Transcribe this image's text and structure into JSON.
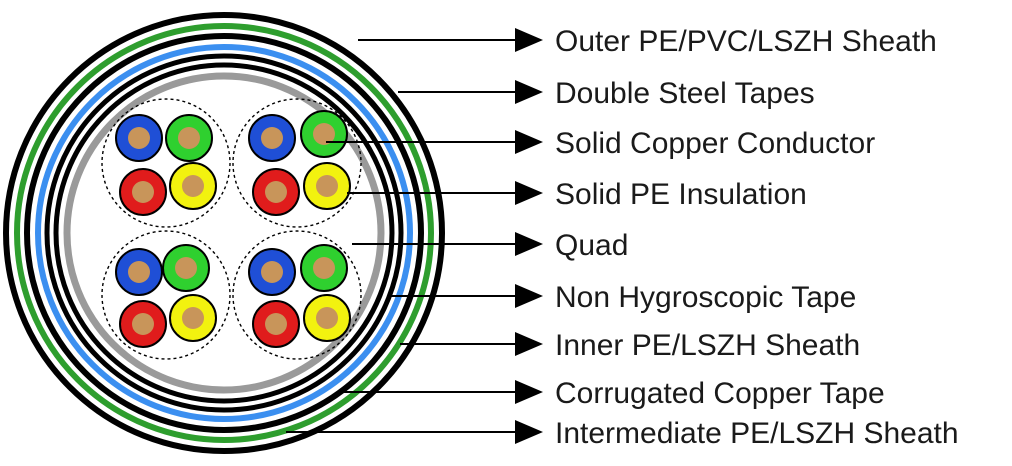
{
  "labels": [
    "Outer PE/PVC/LSZH Sheath",
    "Double Steel Tapes",
    "Solid Copper Conductor",
    "Solid PE Insulation",
    "Quad",
    "Non Hygroscopic Tape",
    "Inner PE/LSZH Sheath",
    "Corrugated Copper Tape",
    "Intermediate PE/LSZH Sheath"
  ],
  "colors": {
    "green_ring": "#2e9e2e",
    "blue_ring": "#3b8ff0",
    "gray_ring": "#9a9a9a",
    "black": "#000000",
    "conductor": "#c8955a",
    "insulation_blue": "#1f4fd6",
    "insulation_green": "#2fd02f",
    "insulation_red": "#e01c1c",
    "insulation_yellow": "#f2f20f"
  }
}
